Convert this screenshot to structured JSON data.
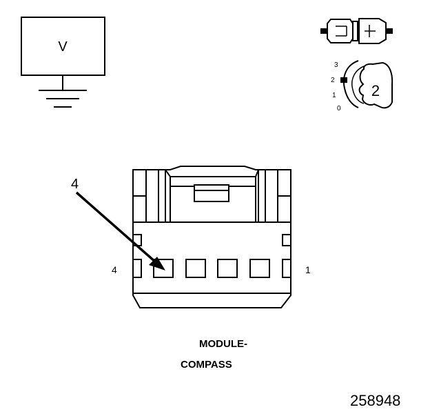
{
  "meter": {
    "label": "V"
  },
  "probe": {
    "scale_labels": [
      "3",
      "2",
      "1",
      "0"
    ],
    "position": "2"
  },
  "connector": {
    "pin_left_label": "4",
    "pin_right_label": "1",
    "callout_label": "4",
    "name_line1": "MODULE-",
    "name_line2": "COMPASS"
  },
  "figure_id": "258948"
}
